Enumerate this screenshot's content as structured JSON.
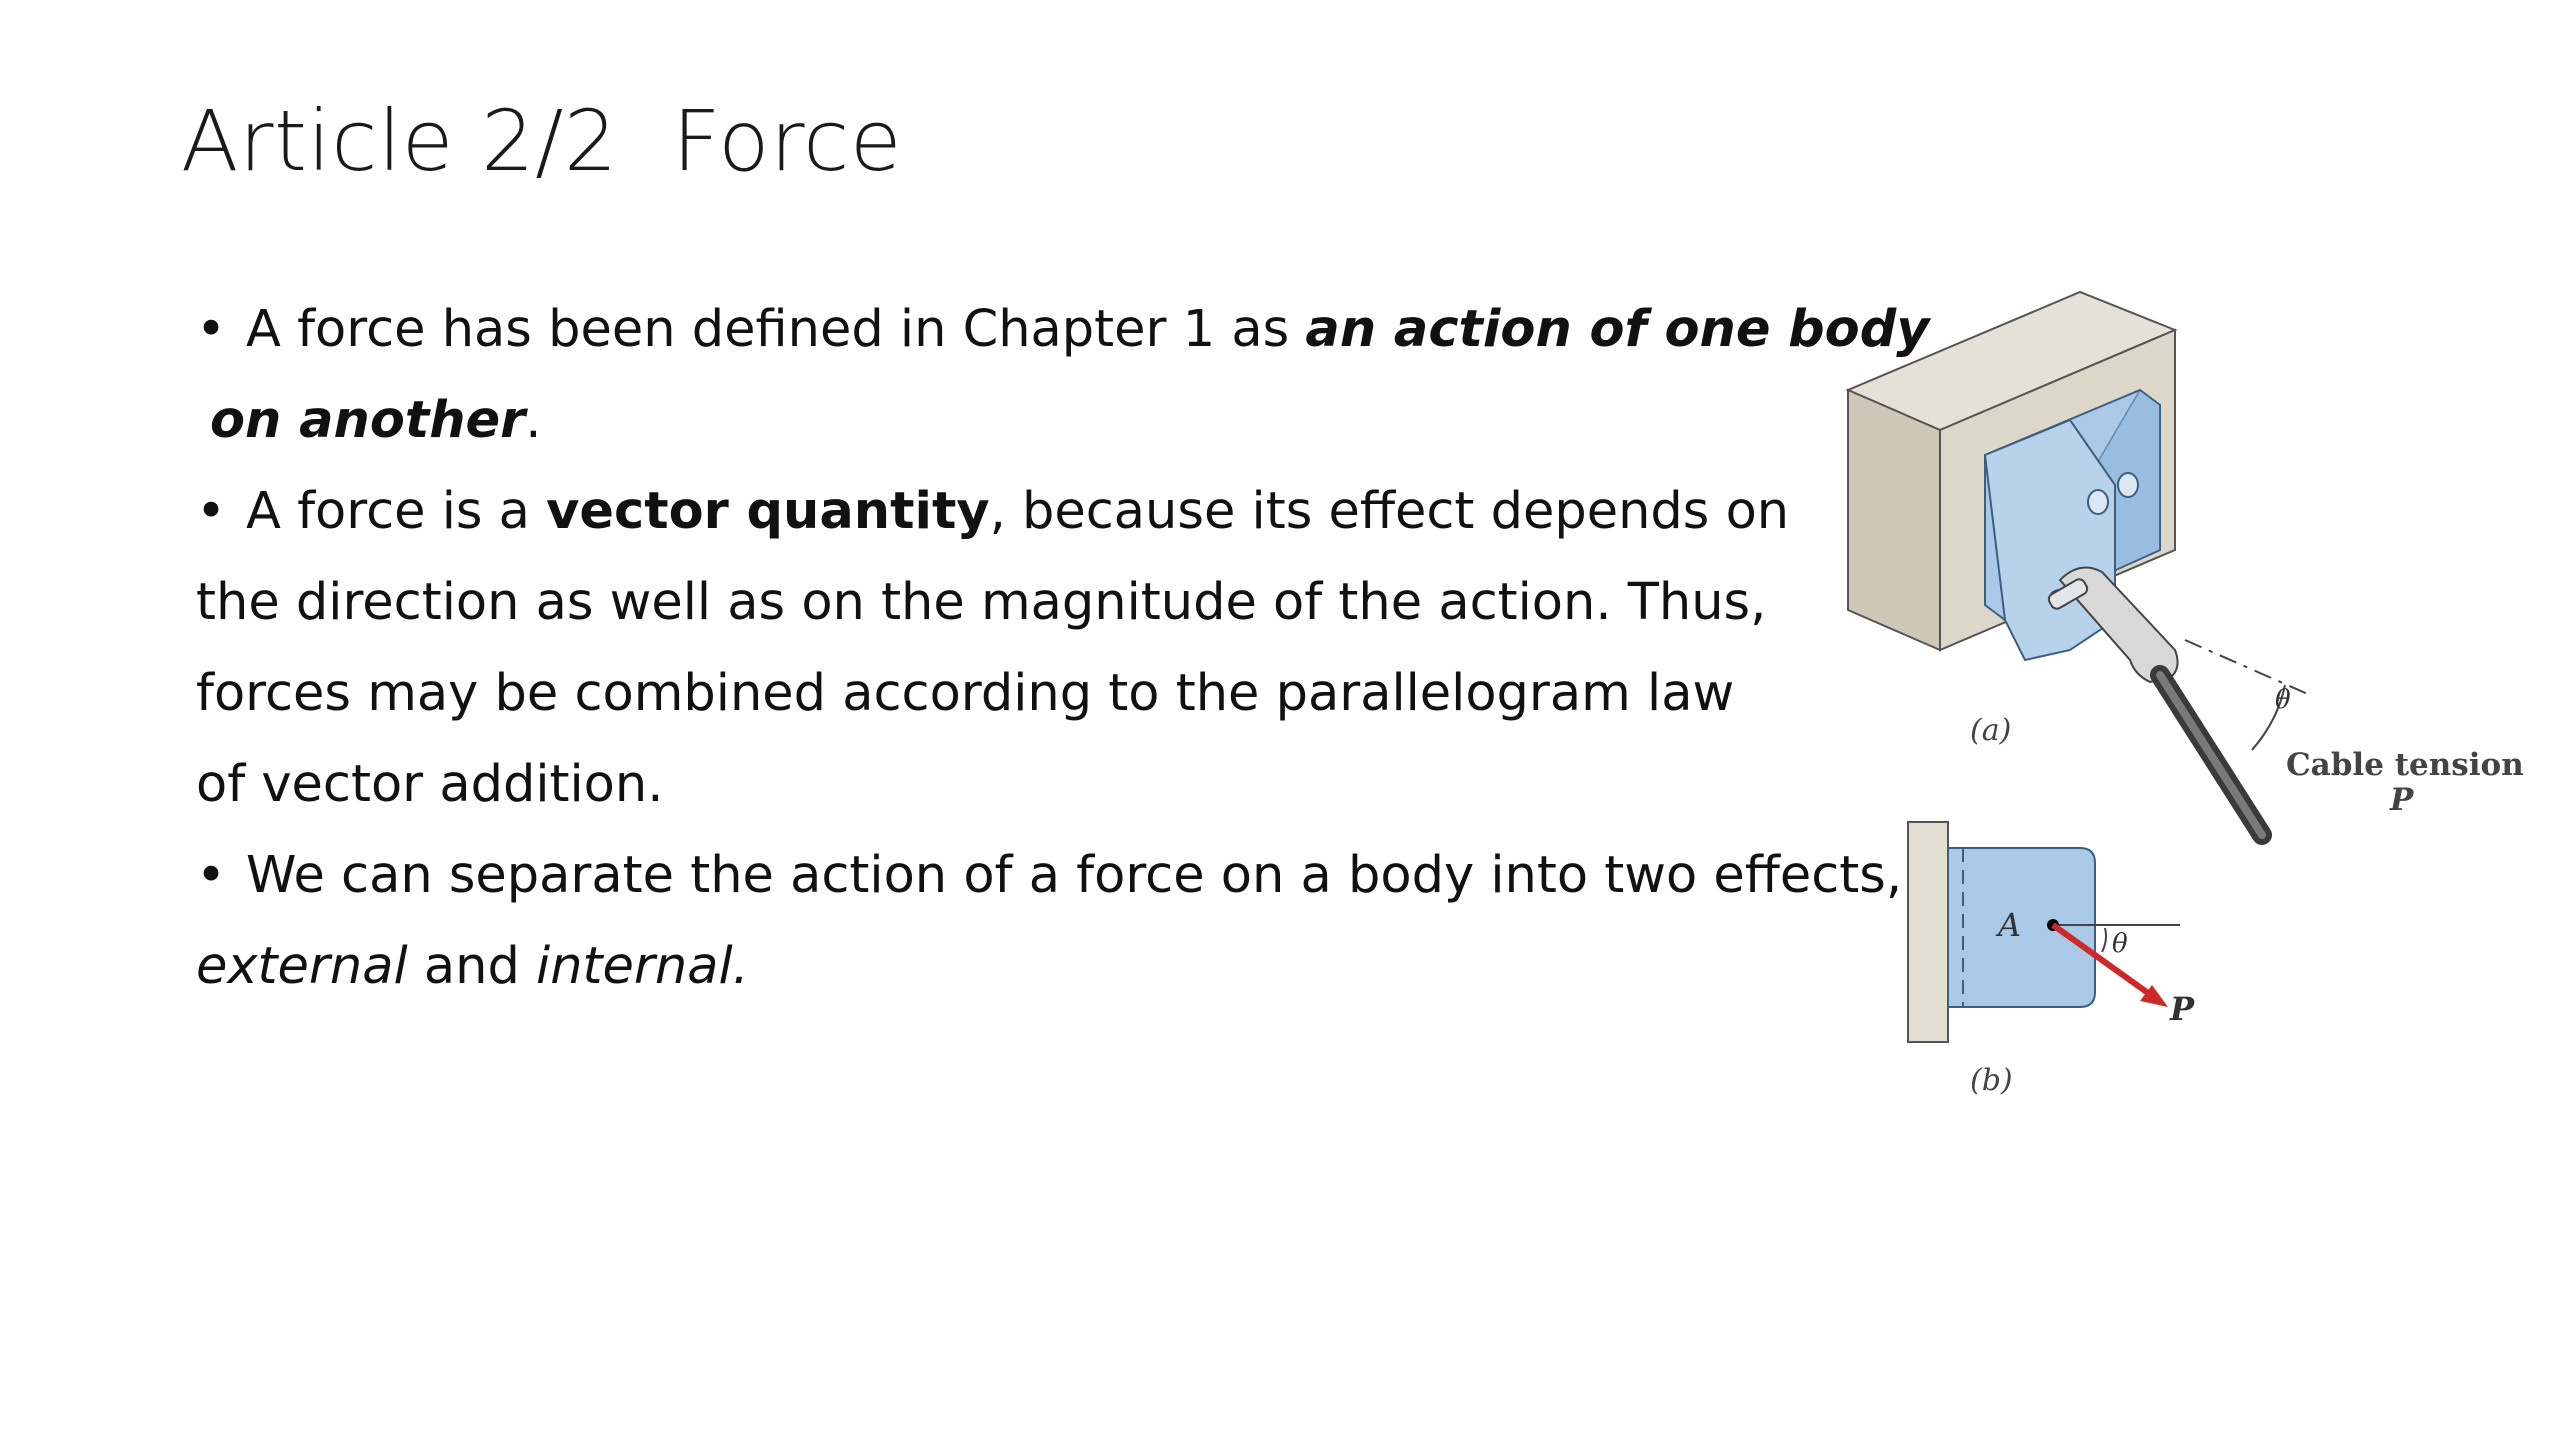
{
  "slide": {
    "title": "Article 2/2  Force",
    "bullets": [
      {
        "line1_prefix": "A force has been defined in Chapter 1 as ",
        "line1_emph": "an action of one body",
        "line2_emph": "on another",
        "line2_suffix": "."
      },
      {
        "line1_prefix": "A force is a ",
        "line1_bold": "vector quantity",
        "line1_suffix": ", because its effect depends on",
        "line2": "the direction as well as on the magnitude of the action. Thus,",
        "line3": "forces may be combined according to the parallelogram law",
        "line4": "of vector addition."
      },
      {
        "line1": "We can separate the action of a force on a body into two effects,",
        "line2_italic1": "external",
        "line2_mid": " and ",
        "line2_italic2": "internal."
      }
    ],
    "bullet_glyph": "•"
  },
  "figure": {
    "label_a": "(a)",
    "label_b": "(b)",
    "cable_label_line1": "Cable tension",
    "cable_label_line2": "P",
    "theta_a": "θ",
    "theta_b": "θ",
    "point_label": "A",
    "force_label": "P",
    "colors": {
      "wall": "#d9d3c6",
      "wall_dark": "#b8b0a0",
      "bracket": "#a8c8e4",
      "bracket_dark": "#7aa4c8",
      "arrow": "#cc2a2a",
      "cable": "#555555"
    }
  }
}
